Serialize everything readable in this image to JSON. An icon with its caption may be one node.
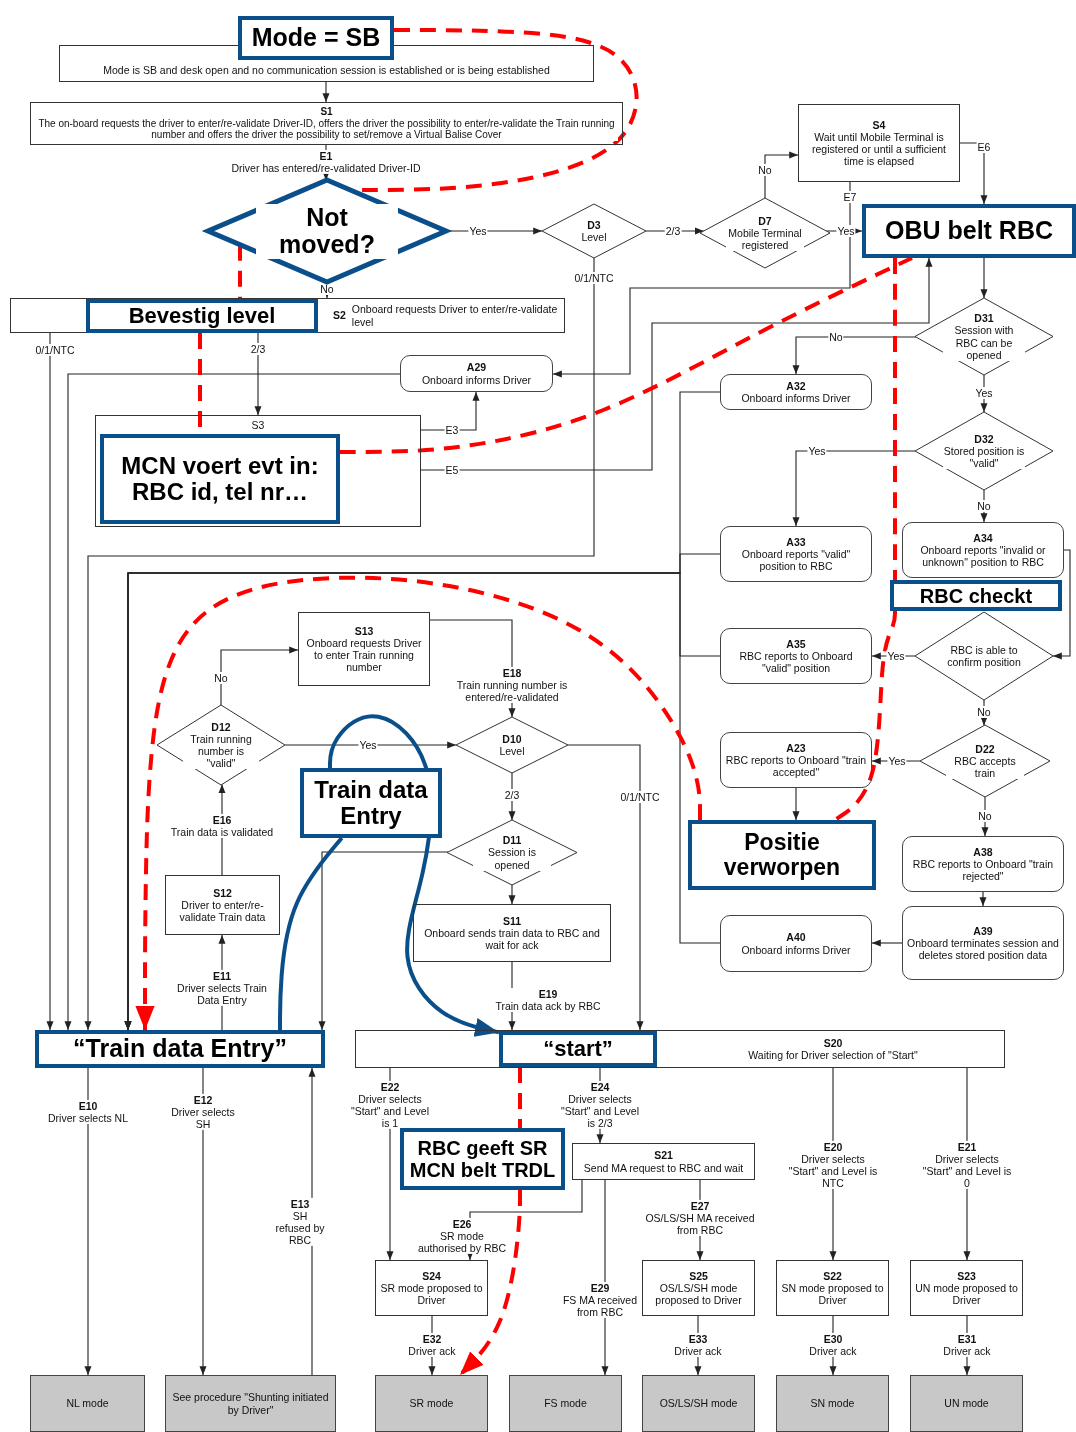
{
  "diagram": {
    "nodes": [
      {
        "text": [
          "Mode is SB and desk open and no communication session is established or is being established"
        ]
      },
      {
        "text": [
          "S1",
          "The on-board requests the driver to enter/re-validate Driver-ID, offers the driver the possibility to enter/re-validate the Train running number and offers the driver the possibility to set/remove a Virtual Balise Cover"
        ]
      },
      {
        "text": [
          "D3",
          "Level"
        ]
      },
      {
        "text": [
          "D7",
          "Mobile Terminal registered"
        ]
      },
      {
        "text": [
          "S4",
          "Wait until Mobile Terminal is registered or until a sufficient time is elapsed"
        ]
      },
      {
        "text": [
          "S2",
          "Onboard requests Driver to enter/re-validate level"
        ]
      },
      {
        "text": [
          "A29",
          "Onboard informs Driver"
        ]
      },
      {
        "text": [
          "S3"
        ]
      },
      {
        "text": [
          "D31",
          "Session with RBC can be opened"
        ]
      },
      {
        "text": [
          "A32",
          "Onboard informs Driver"
        ]
      },
      {
        "text": [
          "D32",
          "Stored position is \"valid\""
        ]
      },
      {
        "text": [
          "A33",
          "Onboard reports \"valid\" position to RBC"
        ]
      },
      {
        "text": [
          "A34",
          "Onboard reports \"invalid or unknown\" position to RBC"
        ]
      },
      {
        "text": [
          "RBC is able to confirm position"
        ]
      },
      {
        "text": [
          "A35",
          "RBC reports to Onboard \"valid\" position"
        ]
      },
      {
        "text": [
          "D22",
          "RBC accepts train"
        ]
      },
      {
        "text": [
          "A23",
          "RBC reports to Onboard \"train accepted\""
        ]
      },
      {
        "text": [
          "A38",
          "RBC reports to Onboard \"train rejected\""
        ]
      },
      {
        "text": [
          "A39",
          "Onboard terminates session and deletes stored position data"
        ]
      },
      {
        "text": [
          "A40",
          "Onboard informs Driver"
        ]
      },
      {
        "text": [
          "S13",
          "Onboard requests Driver to enter Train running number"
        ]
      },
      {
        "text": [
          "D12",
          "Train running number is \"valid\""
        ]
      },
      {
        "text": [
          "D10",
          "Level"
        ]
      },
      {
        "text": [
          "D11",
          "Session is opened"
        ]
      },
      {
        "text": [
          "S12",
          "Driver to enter/re-validate Train data"
        ]
      },
      {
        "text": [
          "S11",
          "Onboard sends train data to RBC and wait for ack"
        ]
      },
      {
        "text": [
          "S20",
          "Waiting for Driver selection of \"Start\""
        ]
      },
      {
        "text": [
          "S21",
          "Send MA request to RBC and wait"
        ]
      },
      {
        "text": [
          "S24",
          "SR mode proposed to Driver"
        ]
      },
      {
        "text": [
          "S25",
          "OS/LS/SH mode proposed to Driver"
        ]
      },
      {
        "text": [
          "S22",
          "SN mode proposed to Driver"
        ]
      },
      {
        "text": [
          "S23",
          "UN mode proposed to Driver"
        ]
      },
      {
        "text": [
          "NL mode"
        ]
      },
      {
        "text": [
          "See procedure \"Shunting initiated by Driver\""
        ]
      },
      {
        "text": [
          "SR mode"
        ]
      },
      {
        "text": [
          "FS mode"
        ]
      },
      {
        "text": [
          "OS/LS/SH mode"
        ]
      },
      {
        "text": [
          "SN mode"
        ]
      },
      {
        "text": [
          "UN mode"
        ]
      },
      {
        "text": [
          "Mode = SB"
        ]
      },
      {
        "text": [
          "Not moved?"
        ]
      },
      {
        "text": [
          "Bevestig level"
        ],
        "in": 5
      },
      {
        "text": [
          "MCN voert evt in: RBC id, tel nr…"
        ],
        "in": 7
      },
      {
        "text": [
          "OBU belt RBC"
        ]
      },
      {
        "text": [
          "RBC checkt"
        ]
      },
      {
        "text": [
          "Positie verworpen"
        ]
      },
      {
        "text": [
          "Train data Entry"
        ]
      },
      {
        "text": [
          "“Train data Entry”"
        ]
      },
      {
        "text": [
          "“start”"
        ],
        "in": 26
      },
      {
        "text": [
          "RBC geeft SR MCN belt TRDL"
        ]
      }
    ],
    "edges": [
      {
        "from": 0,
        "to": 1,
        "arrow": "to"
      },
      {
        "from": 1,
        "to": 40,
        "arrow": "to",
        "label": "**E1** Driver has entered/re-validated Driver-ID"
      },
      {
        "from": 40,
        "to": 2,
        "arrow": "to",
        "label": "Yes"
      },
      {
        "from": 40,
        "to": 5,
        "arrow": "to",
        "label": "No"
      },
      {
        "from": 2,
        "to": 3,
        "arrow": "to",
        "label": "2/3"
      },
      {
        "from": 3,
        "to": 4,
        "arrow": "to",
        "label": "No"
      },
      {
        "from": 3,
        "to": 43,
        "arrow": "to",
        "label": "Yes"
      },
      {
        "from": 4,
        "to": 43,
        "arrow": "to",
        "label": "E6"
      },
      {
        "from": 4,
        "to": 6,
        "arrow": "to",
        "label": "E7"
      },
      {
        "from": 2,
        "to": 47,
        "arrow": "to",
        "label": "0/1/NTC"
      },
      {
        "from": 5,
        "to": 47,
        "arrow": "to",
        "label": "0/1/NTC"
      },
      {
        "from": 5,
        "to": 7,
        "arrow": "to",
        "label": "2/3"
      },
      {
        "from": 6,
        "to": 47,
        "arrow": "to"
      },
      {
        "from": 7,
        "to": 6,
        "arrow": "to",
        "label": "E3"
      },
      {
        "from": 7,
        "to": 43,
        "arrow": "to",
        "label": "E5"
      },
      {
        "from": 43,
        "to": 8,
        "arrow": "to"
      },
      {
        "from": 8,
        "to": 9,
        "arrow": "to",
        "label": "No"
      },
      {
        "from": 8,
        "to": 10,
        "arrow": "to",
        "label": "Yes"
      },
      {
        "from": 10,
        "to": 11,
        "arrow": "to",
        "label": "Yes"
      },
      {
        "from": 10,
        "to": 12,
        "arrow": "to",
        "label": "No"
      },
      {
        "from": 12,
        "to": 13,
        "arrow": "to"
      },
      {
        "from": 13,
        "to": 14,
        "arrow": "to",
        "label": "Yes"
      },
      {
        "from": 13,
        "to": 15,
        "arrow": "to",
        "label": "No"
      },
      {
        "from": 15,
        "to": 16,
        "arrow": "to",
        "label": "Yes"
      },
      {
        "from": 15,
        "to": 17,
        "arrow": "to",
        "label": "No"
      },
      {
        "from": 16,
        "to": 45,
        "arrow": "to"
      },
      {
        "from": 17,
        "to": 18,
        "arrow": "to"
      },
      {
        "from": 18,
        "to": 19,
        "arrow": "to"
      },
      {
        "from": 9,
        "to": 47,
        "arrow": "to"
      },
      {
        "from": 11,
        "to": 47,
        "arrow": "to"
      },
      {
        "from": 14,
        "to": 47,
        "arrow": "to"
      },
      {
        "from": 19,
        "to": 47,
        "arrow": "to"
      },
      {
        "from": 21,
        "to": 20,
        "arrow": "to",
        "label": "No"
      },
      {
        "from": 21,
        "to": 22,
        "arrow": "to",
        "label": "Yes"
      },
      {
        "from": 20,
        "to": 22,
        "arrow": "to",
        "label": "**E18** Train running number is entered/re-validated"
      },
      {
        "from": 22,
        "to": 23,
        "arrow": "to",
        "label": "2/3"
      },
      {
        "from": 22,
        "to": 26,
        "arrow": "to",
        "label": "0/1/NTC"
      },
      {
        "from": 23,
        "to": 25,
        "arrow": "to"
      },
      {
        "from": 23,
        "to": 47,
        "arrow": "to"
      },
      {
        "from": 25,
        "to": 26,
        "arrow": "to",
        "label": "**E19** Train data ack by RBC"
      },
      {
        "from": 24,
        "to": 21,
        "arrow": "to",
        "label": "**E16** Train data is validated"
      },
      {
        "from": 47,
        "to": 24,
        "arrow": "to",
        "label": "**E11** Driver selects Train Data Entry"
      },
      {
        "from": 47,
        "to": 32,
        "arrow": "to",
        "label": "**E10** Driver selects NL"
      },
      {
        "from": 47,
        "to": 33,
        "arrow": "to",
        "label": "**E12** Driver selects SH"
      },
      {
        "from": 33,
        "to": 47,
        "arrow": "to",
        "label": "**E13** SH refused by RBC"
      },
      {
        "from": 26,
        "to": 28,
        "arrow": "to",
        "label": "**E22** Driver selects \"Start\" and Level is 1"
      },
      {
        "from": 26,
        "to": 27,
        "arrow": "to",
        "label": "**E24** Driver selects \"Start\" and Level is 2/3"
      },
      {
        "from": 27,
        "to": 28,
        "arrow": "to",
        "label": "**E26** SR mode authorised by RBC"
      },
      {
        "from": 27,
        "to": 35,
        "arrow": "to",
        "label": "**E29** FS MA received from RBC"
      },
      {
        "from": 27,
        "to": 29,
        "arrow": "to",
        "label": "**E27** OS/LS/SH MA received from RBC"
      },
      {
        "from": 26,
        "to": 30,
        "arrow": "to",
        "label": "**E20** Driver selects \"Start\" and Level is NTC"
      },
      {
        "from": 26,
        "to": 31,
        "arrow": "to",
        "label": "**E21** Driver selects \"Start\" and Level is 0"
      },
      {
        "from": 28,
        "to": 34,
        "arrow": "to",
        "label": "**E32** Driver ack"
      },
      {
        "from": 29,
        "to": 36,
        "arrow": "to",
        "label": "**E33** Driver ack"
      },
      {
        "from": 30,
        "to": 37,
        "arrow": "to",
        "label": "**E30** Driver ack"
      },
      {
        "from": 31,
        "to": 38,
        "arrow": "to",
        "label": "**E31** Driver ack"
      },
      {
        "from": 39,
        "to": 40,
        "arrow": "none",
        "style": "dashed",
        "color": "#ff0000"
      },
      {
        "from": 40,
        "to": 41,
        "arrow": "none",
        "style": "dashed",
        "color": "#ff0000"
      },
      {
        "from": 41,
        "to": 42,
        "arrow": "none",
        "style": "dashed",
        "color": "#ff0000"
      },
      {
        "from": 42,
        "to": 43,
        "arrow": "none",
        "style": "dashed",
        "color": "#ff0000"
      },
      {
        "from": 43,
        "to": 44,
        "arrow": "none",
        "style": "dashed",
        "color": "#ff0000"
      },
      {
        "from": 44,
        "to": 45,
        "arrow": "none",
        "style": "dashed",
        "color": "#ff0000"
      },
      {
        "from": 45,
        "to": 47,
        "arrow": "to",
        "style": "dashed",
        "color": "#ff0000"
      },
      {
        "from": 47,
        "to": 46,
        "arrow": "none",
        "style": "thick",
        "color": "#0b4f8a"
      },
      {
        "from": 46,
        "to": 48,
        "arrow": "to",
        "style": "thick",
        "color": "#0b4f8a"
      },
      {
        "from": 48,
        "to": 49,
        "arrow": "none",
        "style": "dashed",
        "color": "#ff0000"
      },
      {
        "from": 49,
        "to": 34,
        "arrow": "to",
        "style": "dashed",
        "color": "#ff0000"
      }
    ]
  }
}
